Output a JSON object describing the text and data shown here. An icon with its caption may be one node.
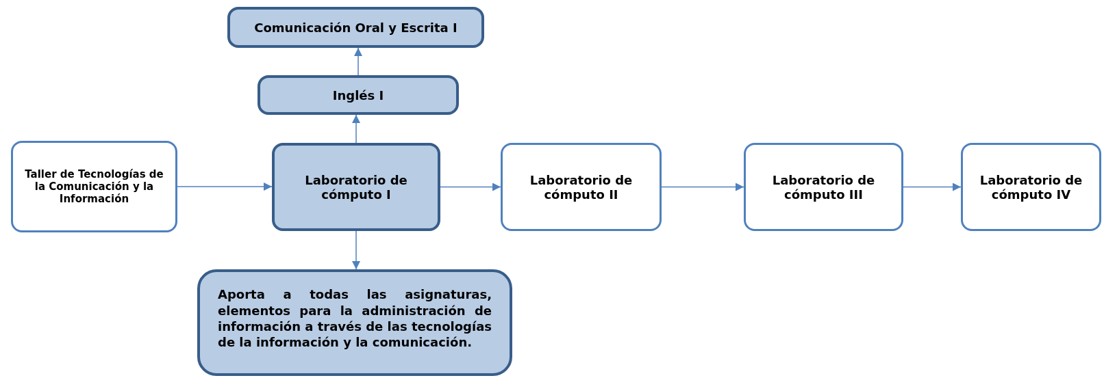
{
  "diagram": {
    "nodes": [
      {
        "text": [
          "Comunicación Oral y Escrita  I"
        ]
      },
      {
        "text": [
          "Inglés I"
        ]
      },
      {
        "text": [
          "Taller de Tecnologías de la Comunicación y la Información"
        ]
      },
      {
        "text": [
          "Laboratorio de cómputo I"
        ]
      },
      {
        "text": [
          "Laboratorio de cómputo II"
        ]
      },
      {
        "text": [
          "Laboratorio de cómputo III"
        ]
      },
      {
        "text": [
          "Laboratorio de cómputo IV"
        ]
      },
      {
        "text": [
          "Aporta a todas las asignaturas, elementos para la administración de información a través de las tecnologías de la información y la comunicación."
        ]
      }
    ],
    "edges": [
      {
        "from": 3,
        "to": 1,
        "arrow": "to"
      },
      {
        "from": 1,
        "to": 0,
        "arrow": "to"
      },
      {
        "from": 2,
        "to": 3,
        "arrow": "to"
      },
      {
        "from": 3,
        "to": 4,
        "arrow": "to"
      },
      {
        "from": 4,
        "to": 5,
        "arrow": "to"
      },
      {
        "from": 5,
        "to": 6,
        "arrow": "to"
      },
      {
        "from": 3,
        "to": 7,
        "arrow": "to"
      }
    ]
  }
}
